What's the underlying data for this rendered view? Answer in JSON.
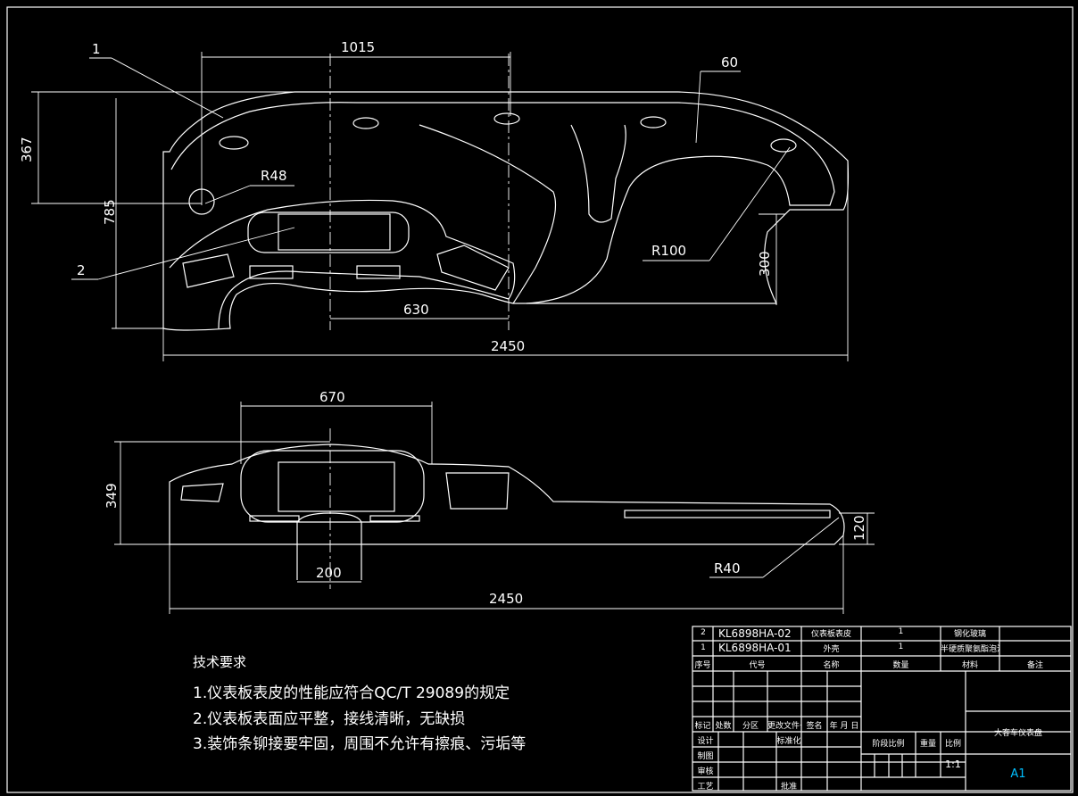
{
  "dimensions": {
    "top_view": {
      "width_top": "1015",
      "depth_367": "367",
      "height_785": "785",
      "r48": "R48",
      "r100": "R100",
      "d60": "60",
      "d300": "300",
      "d630": "630",
      "total": "2450",
      "leader_1": "1",
      "leader_2": "2"
    },
    "front_view": {
      "width_670": "670",
      "height_349": "349",
      "height_120": "120",
      "d200": "200",
      "r40": "R40",
      "total": "2450"
    }
  },
  "technical_requirements": {
    "title": "技术要求",
    "items": [
      "1.仪表板表皮的性能应符合QC/T 29089的规定",
      "2.仪表板表面应平整，接线清晰，无缺损",
      "3.装饰条铆接要牢固，周围不允许有擦痕、污垢等"
    ]
  },
  "title_block": {
    "parts": [
      {
        "no": "2",
        "code": "KL6898HA-02",
        "name": "仪表板表皮",
        "qty": "1",
        "material": "钢化玻璃",
        "remark": ""
      },
      {
        "no": "1",
        "code": "KL6898HA-01",
        "name": "外壳",
        "qty": "1",
        "material": "半硬质聚氨酯泡沫",
        "remark": ""
      }
    ],
    "header": {
      "no": "序号",
      "code": "代号",
      "name": "名称",
      "qty": "数量",
      "material": "材料",
      "remark": "备注"
    },
    "revision_labels": [
      "标记",
      "处数",
      "分区",
      "更改文件号",
      "签名",
      "年 月 日"
    ],
    "role_labels": {
      "design": "设计",
      "drawing": "制图",
      "review": "审核",
      "process": "工艺",
      "standard": "标准化",
      "approve": "批准"
    },
    "stage_label": "阶段比例",
    "weight_label": "重量",
    "scale_label": "比例",
    "scale": "1:1",
    "drawing_title": "大客车仪表盘",
    "sheet_size": "A1",
    "sheet_color": "#00bfff"
  }
}
